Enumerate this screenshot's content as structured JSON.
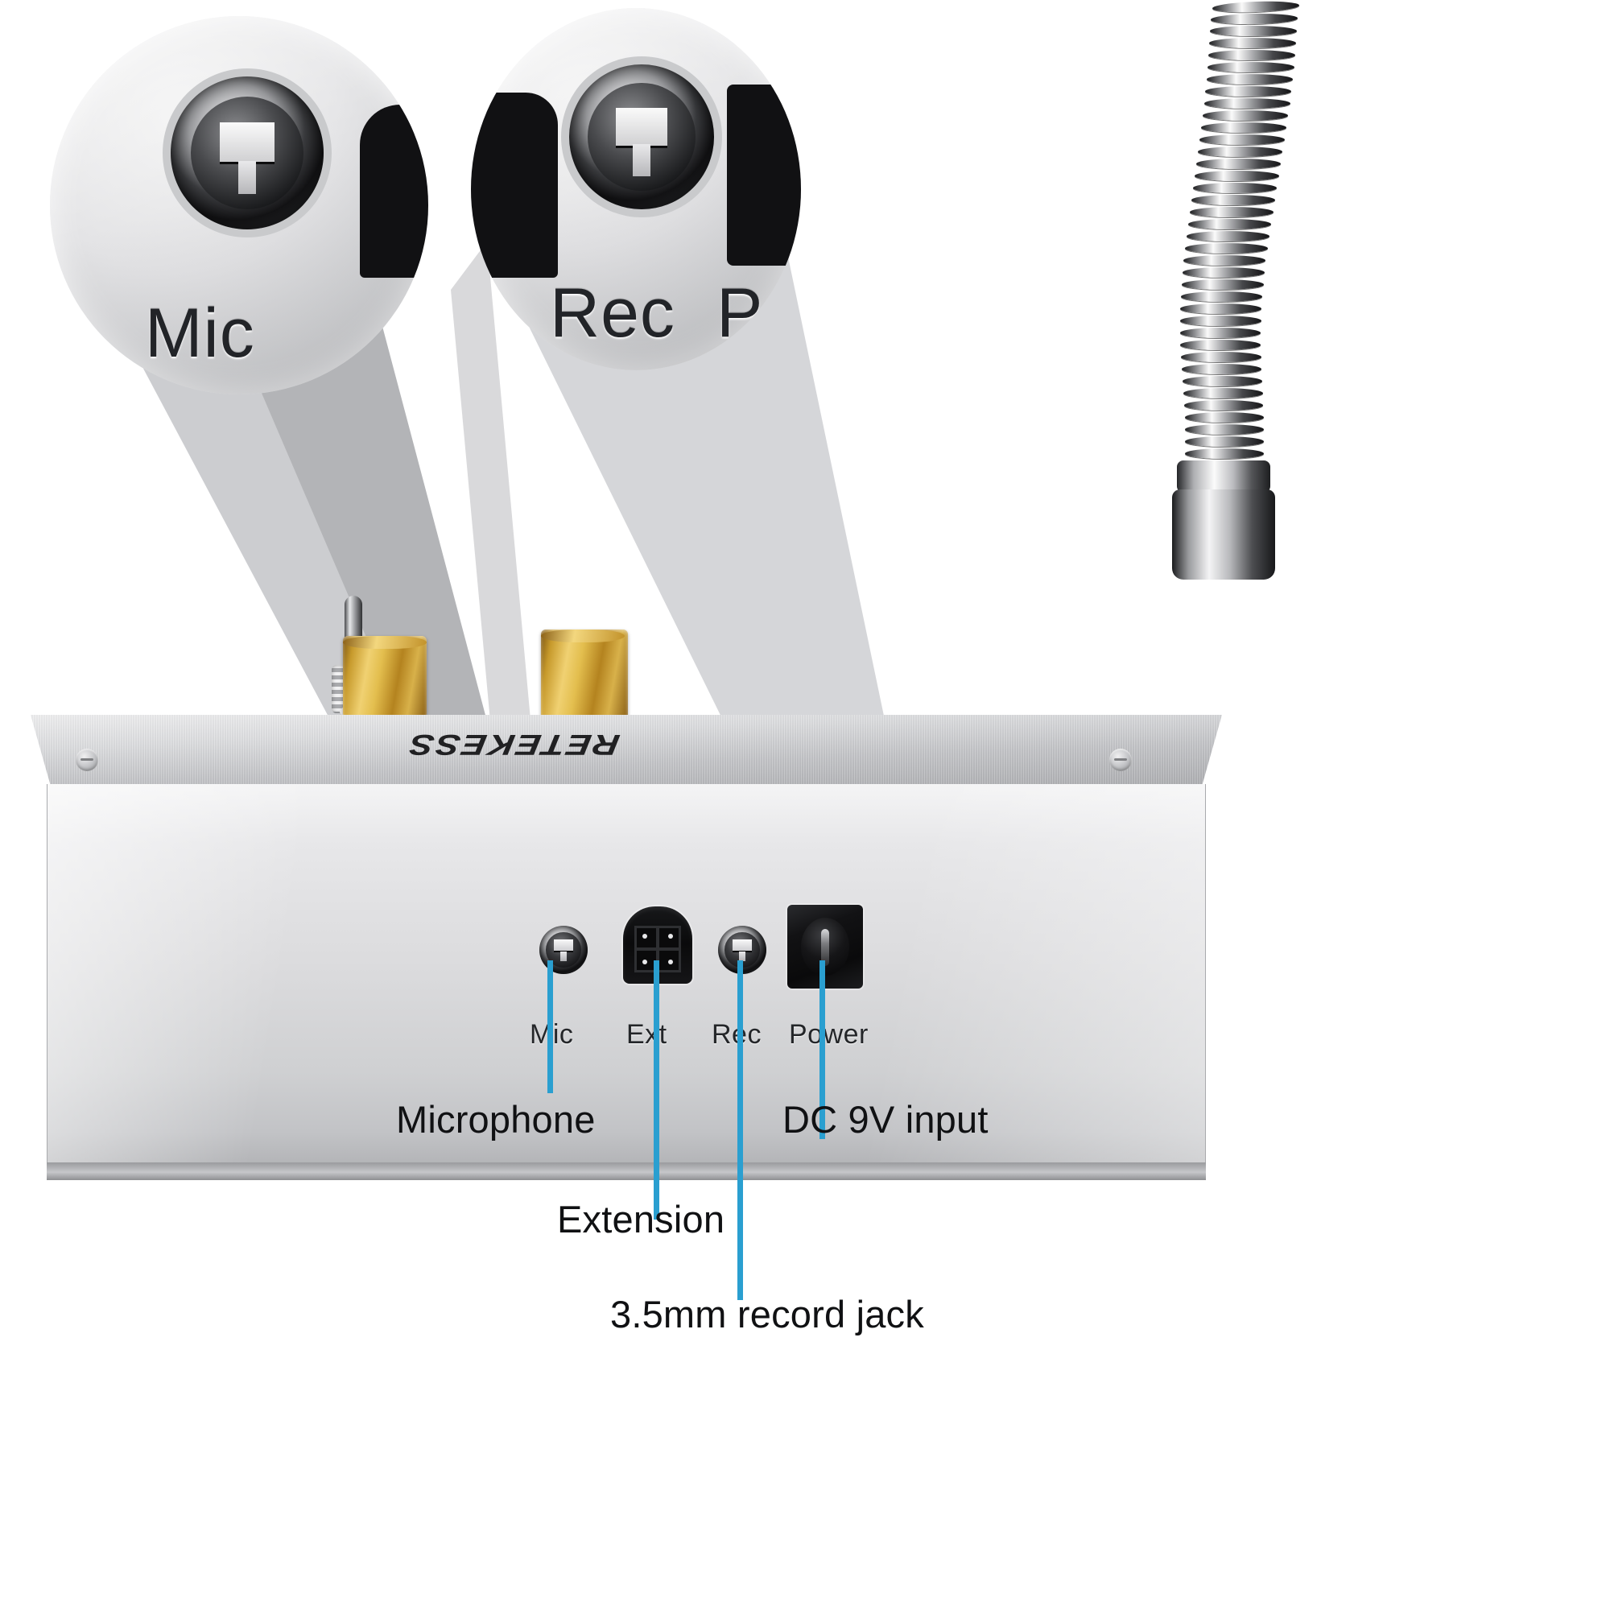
{
  "image": {
    "subject": "RETEKESS window intercom amplifier rear panel",
    "brand_logo_text": "RETEKESS",
    "background_color": "#ffffff",
    "accent_color": "#2a9fd0"
  },
  "magnifiers": [
    {
      "id": "mic-magnifier",
      "label": "Mic",
      "partial_label": ""
    },
    {
      "id": "rec-magnifier",
      "label": "Rec",
      "partial_label": "P"
    }
  ],
  "ports": [
    {
      "key": "mic",
      "panel_label": "Mic",
      "icon": "headphone-jack-icon",
      "caption": "Microphone"
    },
    {
      "key": "ext",
      "panel_label": "Ext",
      "icon": "four-pin-connector-icon",
      "caption": "Extension"
    },
    {
      "key": "rec",
      "panel_label": "Rec",
      "icon": "headphone-jack-icon",
      "caption": "3.5mm record jack"
    },
    {
      "key": "power",
      "panel_label": "Power",
      "icon": "dc-barrel-jack-icon",
      "caption": "DC 9V input"
    }
  ],
  "captions": {
    "microphone": "Microphone",
    "extension": "Extension",
    "record_jack": "3.5mm record jack",
    "dc_input": "DC 9V input"
  },
  "panel_labels": {
    "mic": "Mic",
    "ext": "Ext",
    "rec": "Rec",
    "power": "Power"
  }
}
